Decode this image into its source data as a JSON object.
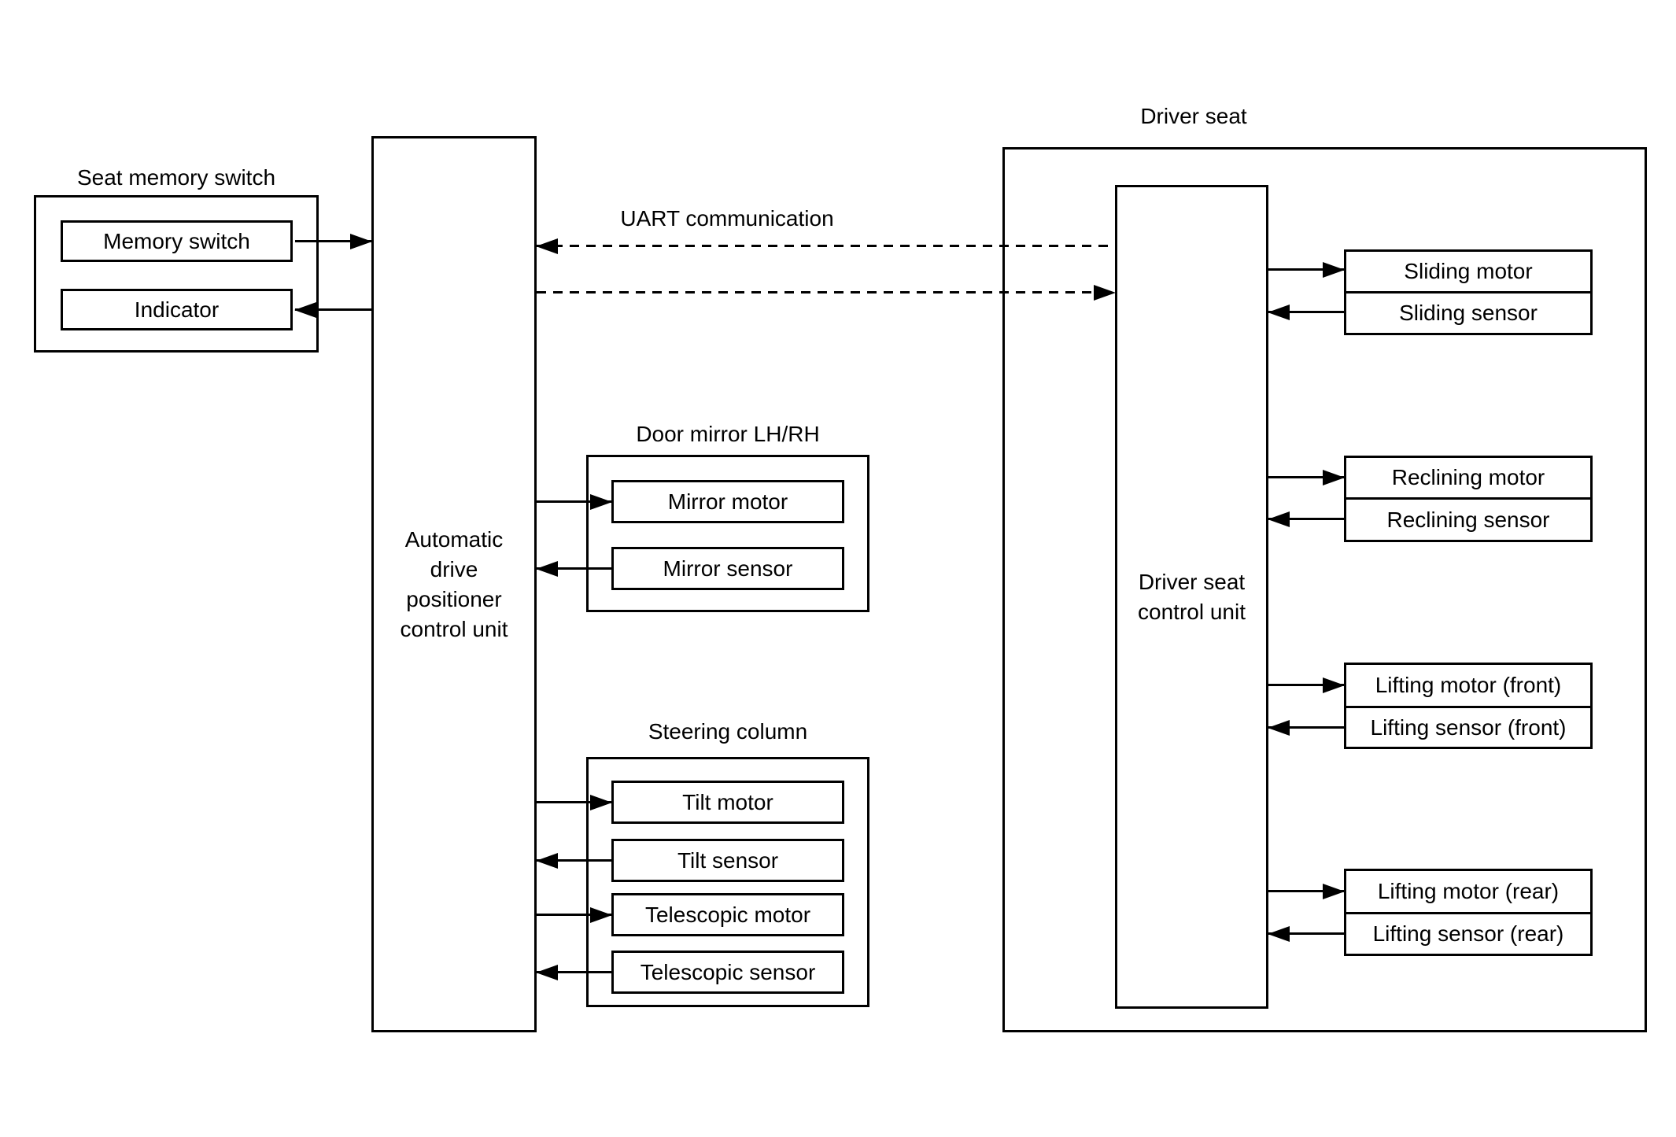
{
  "seat_memory_switch": {
    "title": "Seat memory switch",
    "memory_switch": "Memory switch",
    "indicator": "Indicator"
  },
  "adp_control_unit": {
    "label": "Automatic\ndrive\npositioner\ncontrol unit"
  },
  "uart": {
    "label": "UART communication"
  },
  "door_mirror": {
    "title": "Door mirror LH/RH",
    "motor": "Mirror motor",
    "sensor": "Mirror sensor"
  },
  "steering_column": {
    "title": "Steering column",
    "items": [
      "Tilt motor",
      "Tilt sensor",
      "Telescopic motor",
      "Telescopic sensor"
    ]
  },
  "driver_seat": {
    "title": "Driver seat",
    "control_unit": "Driver seat\ncontrol unit",
    "actuators": [
      {
        "motor": "Sliding motor",
        "sensor": "Sliding sensor"
      },
      {
        "motor": "Reclining motor",
        "sensor": "Reclining sensor"
      },
      {
        "motor": "Lifting motor (front)",
        "sensor": "Lifting sensor (front)"
      },
      {
        "motor": "Lifting motor (rear)",
        "sensor": "Lifting sensor (rear)"
      }
    ]
  },
  "colors": {
    "line": "#000000",
    "background": "#ffffff"
  }
}
